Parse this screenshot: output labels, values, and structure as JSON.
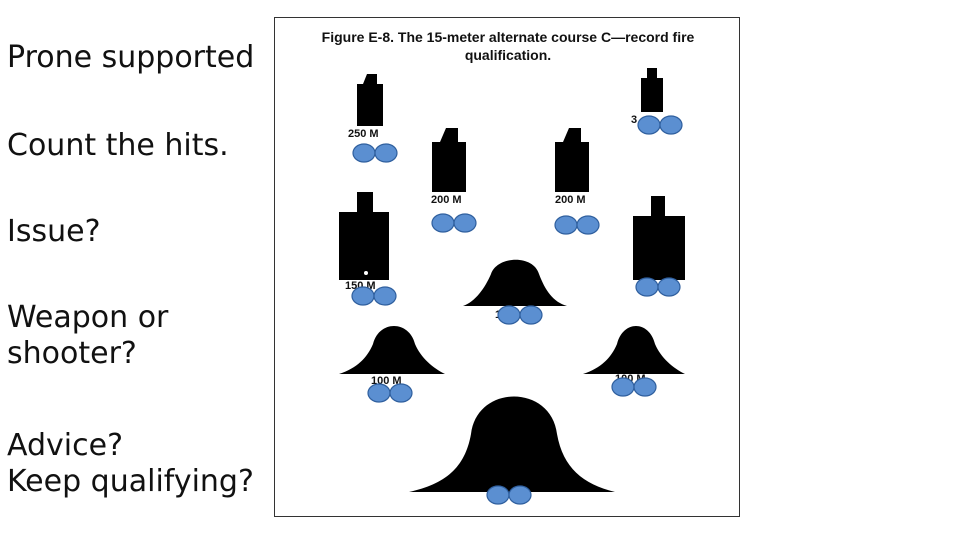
{
  "bullets": [
    "Prone supported",
    "Count the hits.",
    "Issue?",
    "Weapon or\nshooter?",
    "Advice?\nKeep qualifying?"
  ],
  "figure": {
    "title_line1": "Figure E-8. The 15-meter alternate course C—record fire",
    "title_line2": "qualification.",
    "labels": {
      "t250": "250 M",
      "t300": "3",
      "t200a": "200 M",
      "t200b": "200 M",
      "t150": "150 M",
      "t100": "100 M",
      "t100b": "100 M",
      "t1": "1"
    },
    "colors": {
      "hit_fill": "#5b8fd1",
      "hit_stroke": "#2f5f9e",
      "silhouette": "#000000"
    }
  }
}
